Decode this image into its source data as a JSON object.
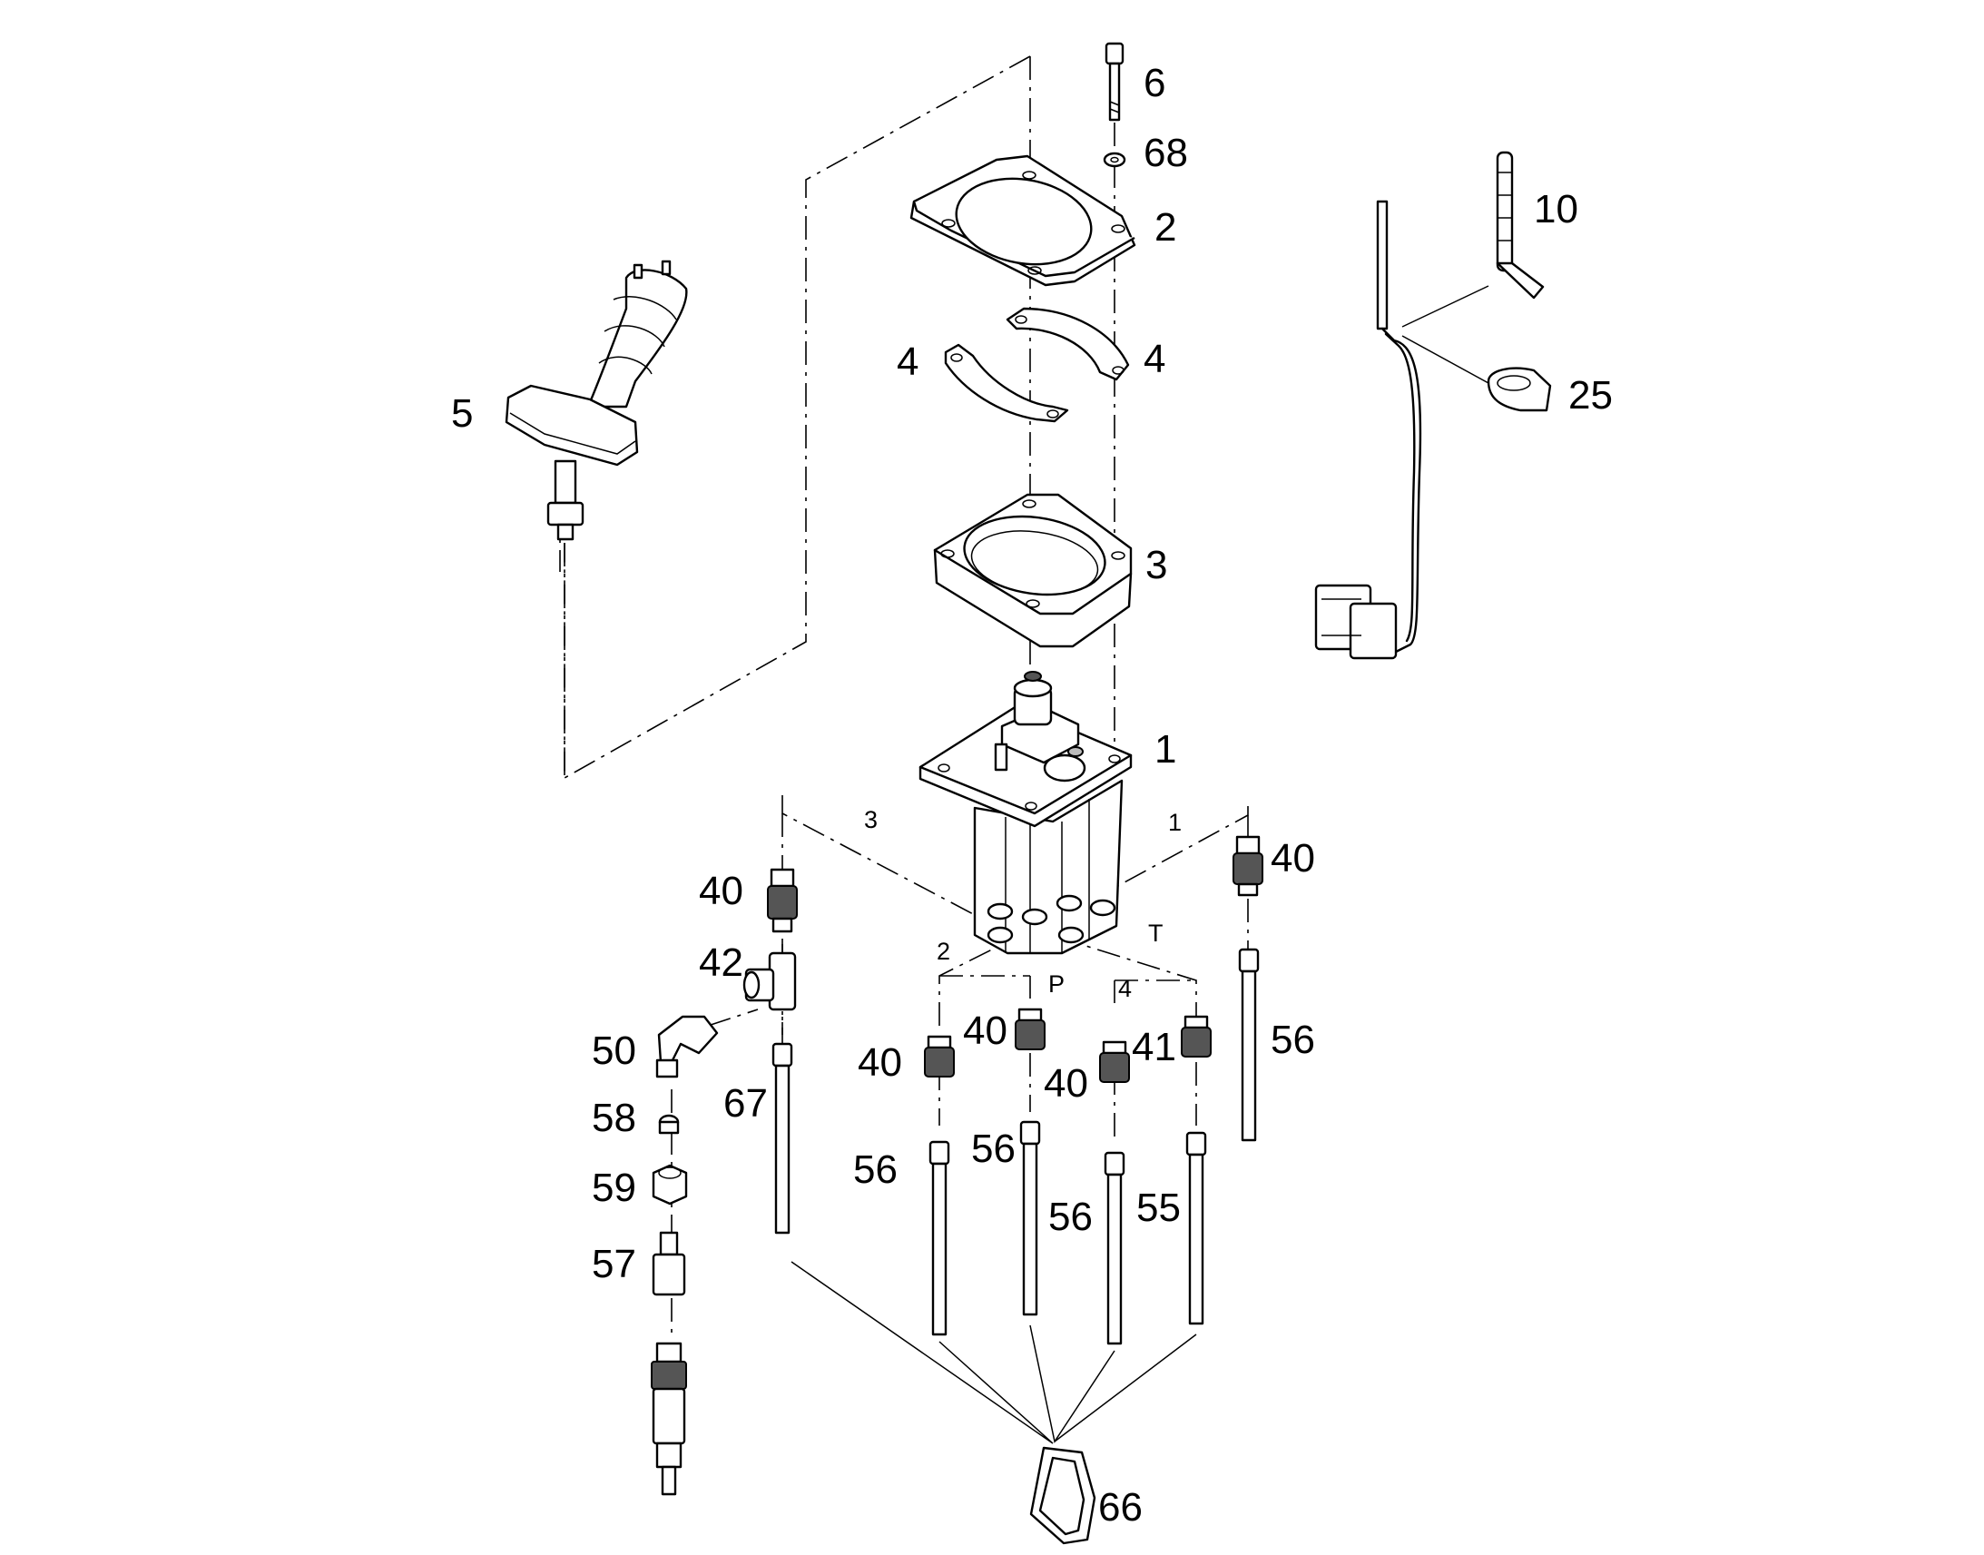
{
  "diagram": {
    "callouts": {
      "c1": "1",
      "c2": "2",
      "c3": "3",
      "c4a": "4",
      "c4b": "4",
      "c5": "5",
      "c6": "6",
      "c10": "10",
      "c25": "25",
      "c40a": "40",
      "c40b": "40",
      "c40c": "40",
      "c40d": "40",
      "c40e": "40",
      "c41": "41",
      "c42": "42",
      "c50": "50",
      "c55": "55",
      "c56a": "56",
      "c56b": "56",
      "c56c": "56",
      "c56d": "56",
      "c57": "57",
      "c58": "58",
      "c59": "59",
      "c66": "66",
      "c67": "67",
      "c68": "68"
    },
    "ports": {
      "p1": "1",
      "p2": "2",
      "p3": "3",
      "p4": "4",
      "pP": "P",
      "pT": "T"
    }
  }
}
